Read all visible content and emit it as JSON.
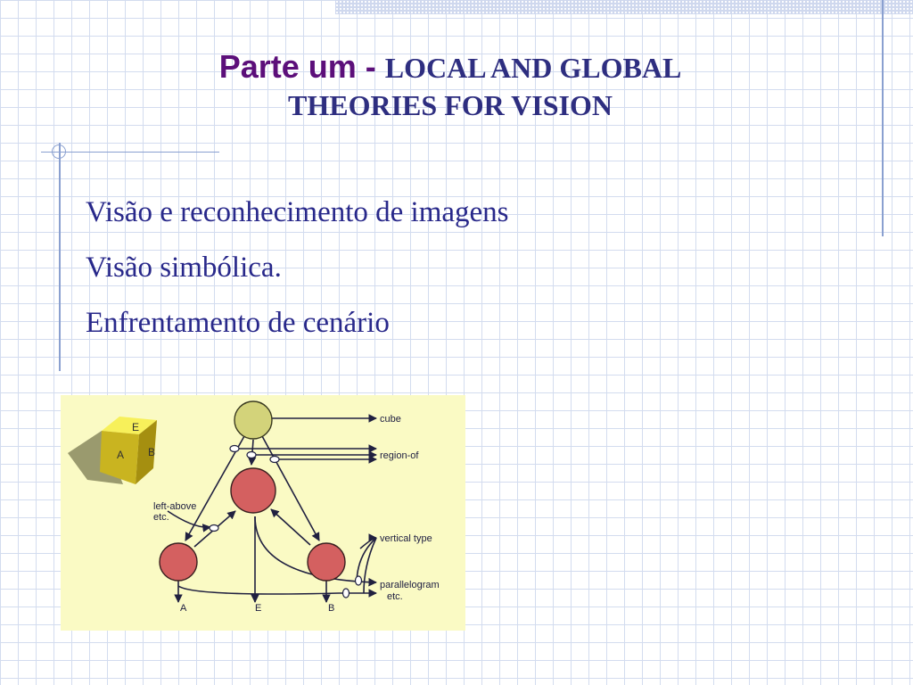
{
  "slide": {
    "title_part": "Parte um - ",
    "title_line1": "LOCAL AND GLOBAL",
    "title_line2": "THEORIES FOR VISION",
    "bullets": [
      "Visão e reconhecimento de imagens",
      "Visão simbólica.",
      "Enfrentamento de cenário"
    ]
  },
  "figure": {
    "cube_faces": {
      "top": "E",
      "front": "A",
      "side": "B"
    },
    "labels": {
      "cube": "cube",
      "region_of": "region-of",
      "left_above_1": "left-above",
      "left_above_2": "etc.",
      "vertical_type": "vertical type",
      "parallelogram_1": "parallelogram",
      "parallelogram_2": "etc.",
      "out_a": "A",
      "out_e": "E",
      "out_b": "B"
    },
    "colors": {
      "top_node": "#d3d37a",
      "lower_nodes": "#d46060",
      "background": "#fafac4"
    }
  }
}
